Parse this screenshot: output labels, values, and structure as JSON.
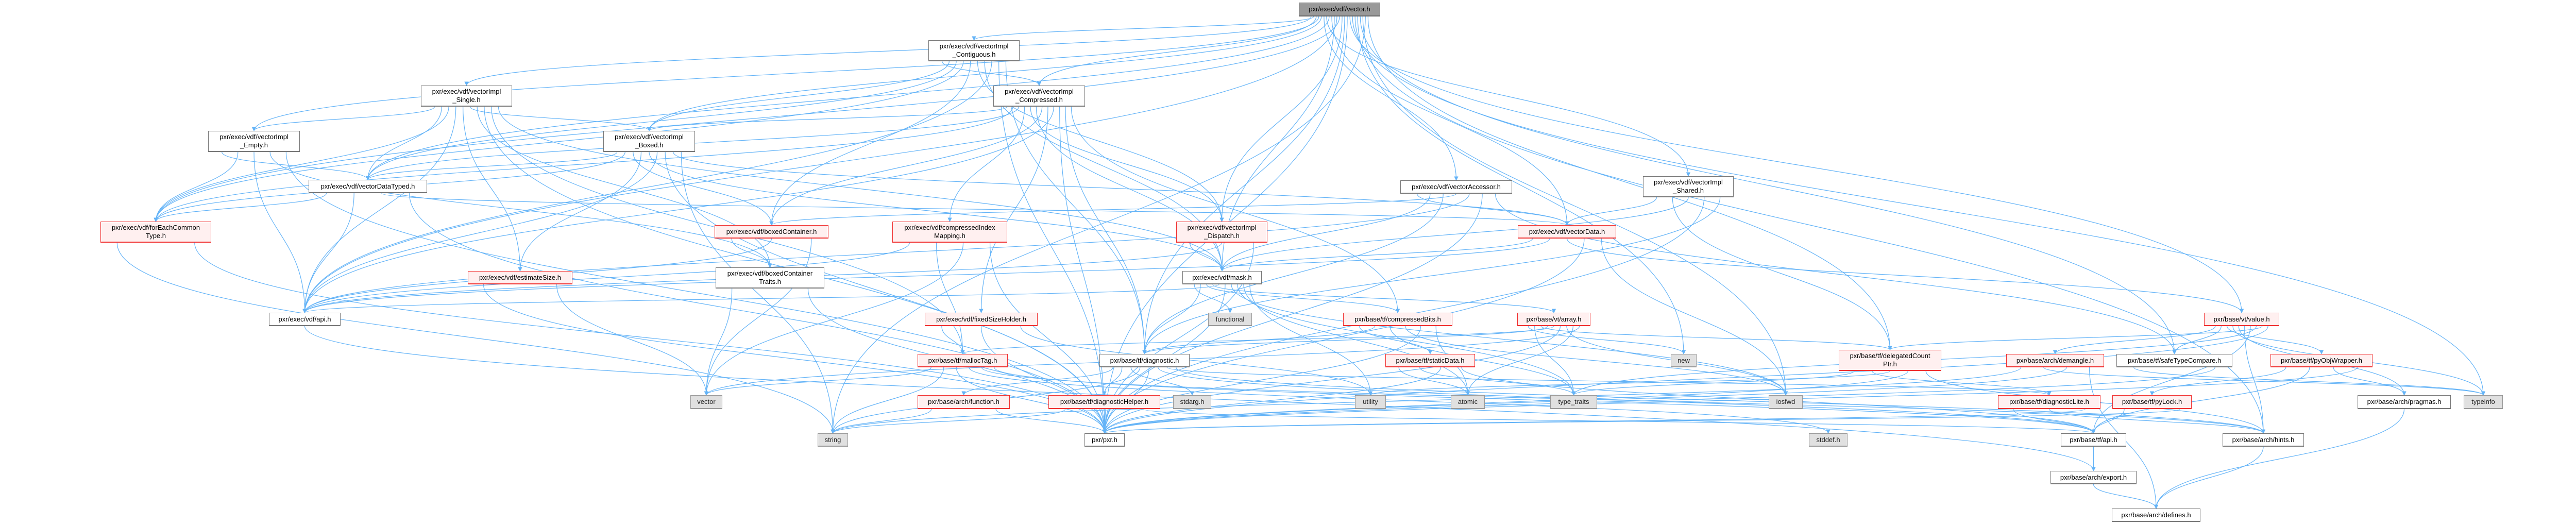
{
  "graph": {
    "title": "pxr/exec/vdf/vector.h",
    "edge_color": "#63b3f7",
    "nodes": {
      "root": {
        "label": "pxr/exec/vdf/vector.h",
        "kind": "root"
      },
      "single": {
        "label": "pxr/exec/vdf/vectorImpl\n_Single.h",
        "kind": "normal"
      },
      "contig": {
        "label": "pxr/exec/vdf/vectorImpl\n_Contiguous.h",
        "kind": "normal"
      },
      "compressed": {
        "label": "pxr/exec/vdf/vectorImpl\n_Compressed.h",
        "kind": "normal"
      },
      "empty": {
        "label": "pxr/exec/vdf/vectorImpl\n_Empty.h",
        "kind": "normal"
      },
      "boxed": {
        "label": "pxr/exec/vdf/vectorImpl\n_Boxed.h",
        "kind": "normal"
      },
      "accessor": {
        "label": "pxr/exec/vdf/vectorAccessor.h",
        "kind": "normal"
      },
      "shared": {
        "label": "pxr/exec/vdf/vectorImpl\n_Shared.h",
        "kind": "normal"
      },
      "dataTyped": {
        "label": "pxr/exec/vdf/vectorDataTyped.h",
        "kind": "normal"
      },
      "forEach": {
        "label": "pxr/exec/vdf/forEachCommon\nType.h",
        "kind": "red"
      },
      "boxedContainer": {
        "label": "pxr/exec/vdf/boxedContainer.h",
        "kind": "red"
      },
      "cim": {
        "label": "pxr/exec/vdf/compressedIndex\nMapping.h",
        "kind": "red"
      },
      "dispatch": {
        "label": "pxr/exec/vdf/vectorImpl\n_Dispatch.h",
        "kind": "red"
      },
      "vectorData": {
        "label": "pxr/exec/vdf/vectorData.h",
        "kind": "red"
      },
      "traits": {
        "label": "pxr/exec/vdf/boxedContainer\nTraits.h",
        "kind": "normal"
      },
      "estimateSize": {
        "label": "pxr/exec/vdf/estimateSize.h",
        "kind": "red"
      },
      "mask": {
        "label": "pxr/exec/vdf/mask.h",
        "kind": "normal"
      },
      "api": {
        "label": "pxr/exec/vdf/api.h",
        "kind": "normal"
      },
      "fixedSizeHolder": {
        "label": "pxr/exec/vdf/fixedSizeHolder.h",
        "kind": "red"
      },
      "functional": {
        "label": "functional",
        "kind": "ext"
      },
      "compressedBits": {
        "label": "pxr/base/tf/compressedBits.h",
        "kind": "red"
      },
      "array": {
        "label": "pxr/base/vt/array.h",
        "kind": "red"
      },
      "value": {
        "label": "pxr/base/vt/value.h",
        "kind": "red"
      },
      "mallocTag": {
        "label": "pxr/base/tf/mallocTag.h",
        "kind": "red"
      },
      "diagnostic": {
        "label": "pxr/base/tf/diagnostic.h",
        "kind": "normal"
      },
      "staticData": {
        "label": "pxr/base/tf/staticData.h",
        "kind": "red"
      },
      "new": {
        "label": "new",
        "kind": "ext"
      },
      "delegated": {
        "label": "pxr/base/tf/delegatedCount\nPtr.h",
        "kind": "red"
      },
      "demangle": {
        "label": "pxr/base/arch/demangle.h",
        "kind": "red"
      },
      "safeType": {
        "label": "pxr/base/tf/safeTypeCompare.h",
        "kind": "normal"
      },
      "pyObj": {
        "label": "pxr/base/tf/pyObjWrapper.h",
        "kind": "red"
      },
      "vector": {
        "label": "vector",
        "kind": "ext"
      },
      "archFunction": {
        "label": "pxr/base/arch/function.h",
        "kind": "red"
      },
      "diagHelper": {
        "label": "pxr/base/tf/diagnosticHelper.h",
        "kind": "red"
      },
      "stdarg": {
        "label": "stdarg.h",
        "kind": "ext"
      },
      "utility": {
        "label": "utility",
        "kind": "ext"
      },
      "atomic": {
        "label": "atomic",
        "kind": "ext"
      },
      "type_traits": {
        "label": "type_traits",
        "kind": "ext"
      },
      "iosfwd": {
        "label": "iosfwd",
        "kind": "ext"
      },
      "diagLite": {
        "label": "pxr/base/tf/diagnosticLite.h",
        "kind": "red"
      },
      "pyLock": {
        "label": "pxr/base/tf/pyLock.h",
        "kind": "red"
      },
      "pragmas": {
        "label": "pxr/base/arch/pragmas.h",
        "kind": "normal"
      },
      "typeinfo": {
        "label": "typeinfo",
        "kind": "ext"
      },
      "string": {
        "label": "string",
        "kind": "ext"
      },
      "pxr": {
        "label": "pxr/pxr.h",
        "kind": "normal"
      },
      "stddef": {
        "label": "stddef.h",
        "kind": "ext"
      },
      "tfapi": {
        "label": "pxr/base/tf/api.h",
        "kind": "normal"
      },
      "hints": {
        "label": "pxr/base/arch/hints.h",
        "kind": "normal"
      },
      "export": {
        "label": "pxr/base/arch/export.h",
        "kind": "normal"
      },
      "defines": {
        "label": "pxr/base/arch/defines.h",
        "kind": "normal"
      }
    },
    "edges": {
      "root": [
        "single",
        "contig",
        "compressed",
        "empty",
        "boxed",
        "accessor",
        "shared",
        "dataTyped",
        "vectorData",
        "mask",
        "api",
        "forEach",
        "dispatch",
        "diagnostic",
        "pxr",
        "value",
        "typeinfo",
        "hints",
        "new",
        "safeType",
        "iosfwd",
        "string",
        "delegated"
      ],
      "single": [
        "empty",
        "dataTyped",
        "forEach",
        "api",
        "estimateSize",
        "boxed",
        "traits",
        "pxr",
        "mallocTag",
        "mask"
      ],
      "contig": [
        "compressed",
        "boxed",
        "dataTyped",
        "forEach",
        "boxedContainer",
        "dispatch",
        "mask",
        "api",
        "pxr",
        "diagnostic"
      ],
      "compressed": [
        "boxed",
        "forEach",
        "dataTyped",
        "cim",
        "dispatch",
        "mask",
        "boxedContainer",
        "fixedSizeHolder",
        "api",
        "pxr",
        "diagnostic",
        "compressedBits"
      ],
      "empty": [
        "dataTyped",
        "forEach",
        "api",
        "traits",
        "pxr"
      ],
      "boxed": [
        "dataTyped",
        "forEach",
        "boxedContainer",
        "estimateSize",
        "mask",
        "api",
        "pxr",
        "vectorData",
        "string"
      ],
      "dataTyped": [
        "forEach",
        "api",
        "vectorData",
        "pxr"
      ],
      "forEach": [
        "string",
        "pxr"
      ],
      "accessor": [
        "vectorData",
        "mask",
        "diagnostic",
        "boxedContainer",
        "api",
        "pxr",
        "safeType"
      ],
      "shared": [
        "vectorData",
        "delegated",
        "mask",
        "pxr",
        "diagnostic"
      ],
      "boxedContainer": [
        "traits",
        "api",
        "vector"
      ],
      "cim": [
        "api",
        "mallocTag",
        "vector",
        "pxr"
      ],
      "dispatch": [
        "mask",
        "api",
        "pxr"
      ],
      "vectorData": [
        "mask",
        "api",
        "value",
        "pxr",
        "iosfwd"
      ],
      "traits": [
        "vector",
        "pxr"
      ],
      "estimateSize": [
        "pxr",
        "vector"
      ],
      "mask": [
        "functional",
        "diagnostic",
        "compressedBits",
        "array",
        "api",
        "pxr",
        "iosfwd",
        "type_traits",
        "atomic",
        "utility"
      ],
      "fixedSizeHolder": [
        "mallocTag",
        "pxr",
        "utility"
      ],
      "compressedBits": [
        "staticData",
        "diagnostic",
        "type_traits",
        "iosfwd",
        "pxr",
        "atomic"
      ],
      "array": [
        "new",
        "type_traits",
        "delegated",
        "diagnostic",
        "mallocTag",
        "pxr",
        "iosfwd",
        "atomic",
        "vector"
      ],
      "value": [
        "demangle",
        "safeType",
        "pyObj",
        "typeinfo",
        "pragmas",
        "hints",
        "tfapi",
        "type_traits",
        "delegated",
        "pxr"
      ],
      "mallocTag": [
        "vector",
        "string",
        "pxr",
        "stddef",
        "hints",
        "tfapi"
      ],
      "diagnostic": [
        "archFunction",
        "diagHelper",
        "stdarg",
        "string",
        "pxr",
        "tfapi",
        "diagLite",
        "hints"
      ],
      "staticData": [
        "atomic",
        "type_traits",
        "pxr",
        "tfapi"
      ],
      "delegated": [
        "type_traits",
        "diagLite",
        "utility",
        "pxr",
        "hints"
      ],
      "demangle": [
        "string",
        "typeinfo",
        "pxr",
        "defines"
      ],
      "safeType": [
        "typeinfo",
        "pxr"
      ],
      "pyObj": [
        "pyLock",
        "tfapi",
        "pragmas",
        "pxr"
      ],
      "archFunction": [
        "string",
        "pxr"
      ],
      "diagHelper": [
        "string",
        "pxr",
        "tfapi"
      ],
      "diagLite": [
        "tfapi",
        "hints",
        "pxr"
      ],
      "pyLock": [
        "tfapi",
        "pxr"
      ],
      "pragmas": [
        "defines"
      ],
      "tfapi": [
        "export"
      ],
      "hints": [
        "defines"
      ],
      "export": [
        "defines"
      ],
      "api": [
        "export"
      ]
    }
  }
}
